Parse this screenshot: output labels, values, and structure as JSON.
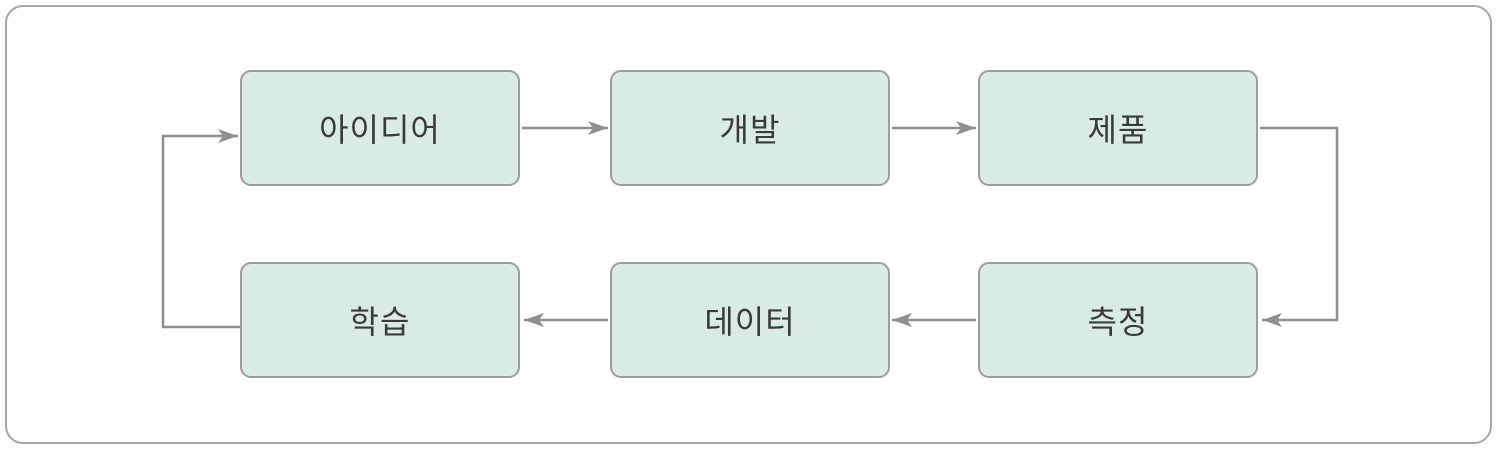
{
  "diagram": {
    "type": "cycle-flowchart",
    "description_nodes_order": "clockwise feedback loop",
    "nodes": [
      {
        "id": "idea",
        "label": "아이디어"
      },
      {
        "id": "development",
        "label": "개발"
      },
      {
        "id": "product",
        "label": "제품"
      },
      {
        "id": "measure",
        "label": "측정"
      },
      {
        "id": "data",
        "label": "데이터"
      },
      {
        "id": "learn",
        "label": "학습"
      }
    ],
    "edges": [
      {
        "from": "idea",
        "to": "development"
      },
      {
        "from": "development",
        "to": "product"
      },
      {
        "from": "product",
        "to": "measure"
      },
      {
        "from": "measure",
        "to": "data"
      },
      {
        "from": "data",
        "to": "learn"
      },
      {
        "from": "learn",
        "to": "idea"
      }
    ],
    "colors": {
      "node_fill": "#d9ece4",
      "node_border": "#9d9d9d",
      "connector": "#8f8f8f",
      "text": "#3a3a3a",
      "frame_border": "#a6a6a6",
      "background": "#ffffff"
    }
  }
}
